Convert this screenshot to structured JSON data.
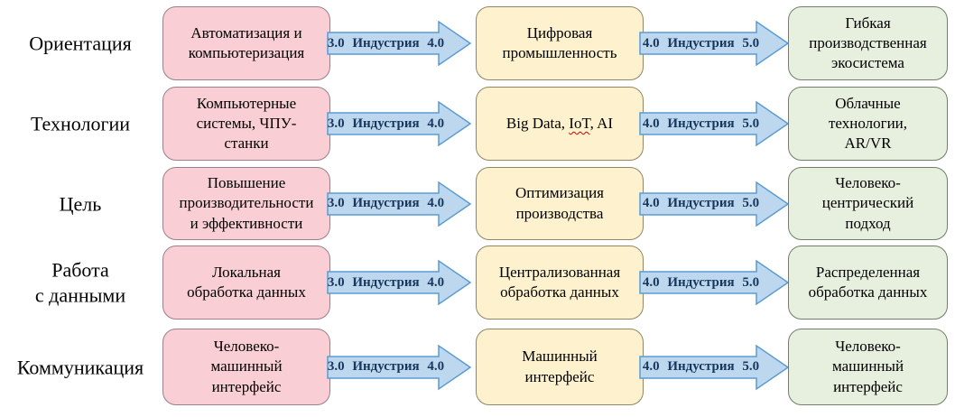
{
  "diagram": {
    "rows": [
      {
        "label": "Ориентация",
        "industry_3_0": "Автоматизация и\nкомпьютеризация",
        "industry_4_0": "Цифровая\nпромышленность",
        "industry_5_0": "Гибкая\nпроизводственная\nэкосистема"
      },
      {
        "label": "Технологии",
        "industry_3_0": "Компьютерные\nсистемы, ЧПУ-\nстанки",
        "industry_4_0_parts": [
          "Big Data, ",
          "IoT",
          ", AI"
        ],
        "industry_5_0": "Облачные\nтехнологии,\nAR/VR"
      },
      {
        "label": "Цель",
        "industry_3_0": "Повышение\nпроизводительности\nи эффективности",
        "industry_4_0": "Оптимизация\nпроизводства",
        "industry_5_0": "Человеко-\nцентрический\nподход"
      },
      {
        "label": "Работа\nс данными",
        "industry_3_0": "Локальная\nобработка данных",
        "industry_4_0": "Централизованная\nобработка данных",
        "industry_5_0": "Распределенная\nобработка данных"
      },
      {
        "label": "Коммуникация",
        "industry_3_0": "Человеко-\nмашинный\nинтерфейс",
        "industry_4_0": "Машинный\nинтерфейс",
        "industry_5_0": "Человеко-\nмашинный\nинтерфейс"
      }
    ],
    "arrow_labels": {
      "to_4_0": "3.0 Индустрия 4.0",
      "to_5_0": "4.0 Индустрия 5.0"
    },
    "colors": {
      "industry_3_fill": "#F9CED4",
      "industry_3_border": "#9B7F8A",
      "industry_4_fill": "#FDF2CD",
      "industry_4_border": "#8F8665",
      "industry_5_fill": "#E7F0DF",
      "industry_5_border": "#6F7F68",
      "arrow_fill": "#BDD7EE",
      "arrow_border": "#5B9BD5",
      "arrow_text": "#17375E"
    }
  }
}
